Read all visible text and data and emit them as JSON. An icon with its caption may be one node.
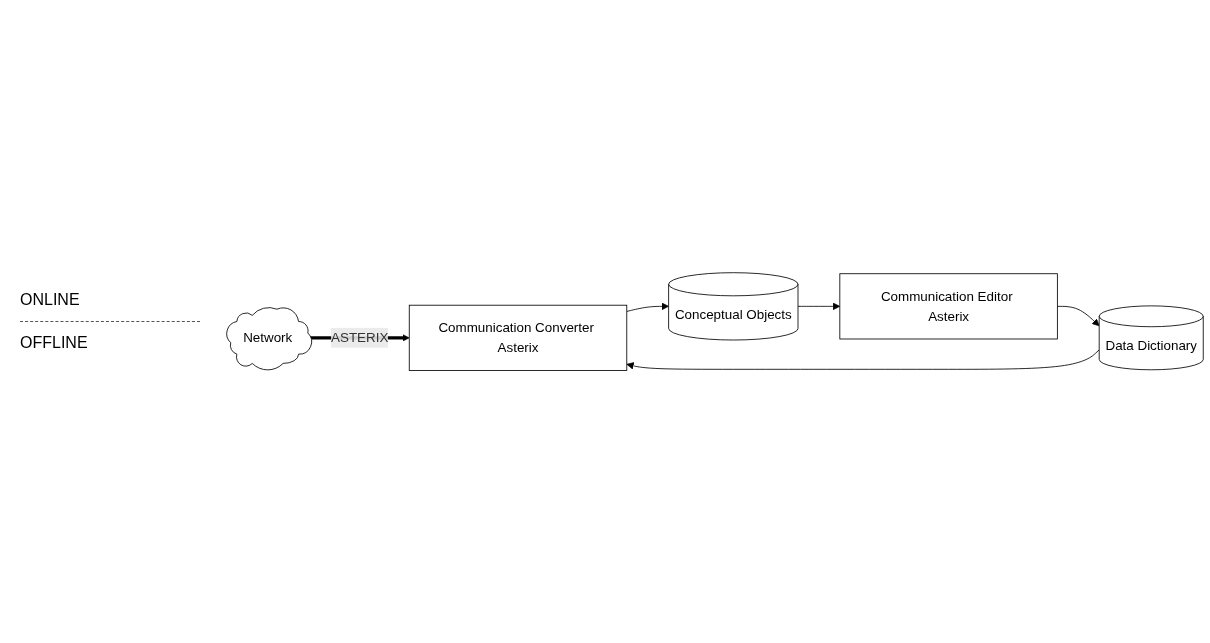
{
  "diagram": {
    "nodes": [
      {
        "text": [
          "Network"
        ]
      },
      {
        "text": [
          "Communication Converter Asterix"
        ]
      },
      {
        "text": [
          "Conceptual Objects"
        ]
      },
      {
        "text": [
          "Data Dictionary"
        ]
      },
      {
        "text": [
          "Communication Editor Asterix"
        ]
      }
    ],
    "edges": [
      {
        "from": 0,
        "to": 1,
        "arrow": "to",
        "label": "ASTERIX",
        "style": "thick"
      },
      {
        "from": 1,
        "to": 2,
        "arrow": "to"
      },
      {
        "from": 3,
        "to": 1,
        "arrow": "to"
      },
      {
        "from": 4,
        "to": 3,
        "arrow": "to"
      },
      {
        "from": 2,
        "to": 4,
        "arrow": "to"
      }
    ],
    "labels": [
      "ONLINE",
      "OFFLINE"
    ]
  }
}
